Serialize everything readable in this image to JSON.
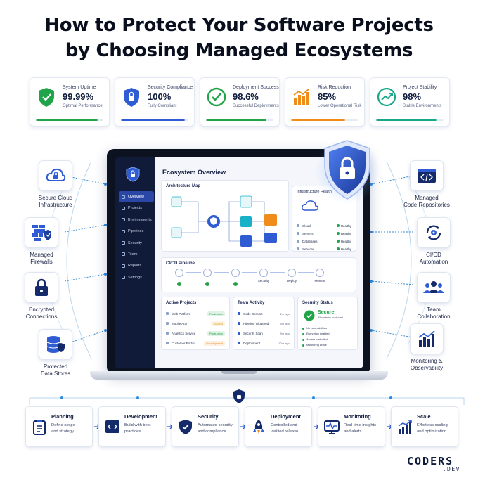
{
  "title": {
    "line1": "How to Protect Your Software Projects",
    "line2": "by Choosing Managed Ecosystems"
  },
  "metrics": [
    {
      "label": "System Uptime",
      "value": "99.99%",
      "sub": "Optimal Performance",
      "icon": "shield-check-icon",
      "color": "#21a34a",
      "level": 0.92
    },
    {
      "label": "Security Compliance",
      "value": "100%",
      "sub": "Fully Compliant",
      "icon": "lock-shield-icon",
      "color": "#2f5bd3",
      "level": 0.95
    },
    {
      "label": "Deployment Success",
      "value": "98.6%",
      "sub": "Successful Deployments",
      "icon": "checkmark-circle-icon",
      "color": "#21a34a",
      "level": 0.9
    },
    {
      "label": "Risk Reduction",
      "value": "85%",
      "sub": "Lower Operational Risk",
      "icon": "bar-chart-icon",
      "color": "#f08c1a",
      "level": 0.8
    },
    {
      "label": "Project Stability",
      "value": "98%",
      "sub": "Stable Environments",
      "icon": "trend-up-icon",
      "color": "#18a889",
      "level": 0.9
    }
  ],
  "left_features": [
    {
      "label": "Secure Cloud\nInfrastructure",
      "icon": "cloud-lock-icon"
    },
    {
      "label": "Managed\nFirewalls",
      "icon": "firewall-icon"
    },
    {
      "label": "Encrypted\nConnections",
      "icon": "padlock-icon"
    },
    {
      "label": "Protected\nData Stores",
      "icon": "database-shield-icon"
    }
  ],
  "right_features": [
    {
      "label": "Managed\nCode Repositories",
      "icon": "code-window-icon"
    },
    {
      "label": "CI/CD\nAutomation",
      "icon": "gear-cycle-icon"
    },
    {
      "label": "Team\nCollaboration",
      "icon": "team-icon"
    },
    {
      "label": "Monitoring &\nObservability",
      "icon": "chart-monitor-icon"
    }
  ],
  "dashboard": {
    "title": "Ecosystem Overview",
    "nav": [
      "Overview",
      "Projects",
      "Environments",
      "Pipelines",
      "Security",
      "Team",
      "Reports",
      "Settings"
    ],
    "architecture_title": "Architecture Map",
    "infra": {
      "title": "Infrastructure Health",
      "rows": [
        {
          "name": "Cloud",
          "status": "Healthy"
        },
        {
          "name": "Servers",
          "status": "Healthy"
        },
        {
          "name": "Databases",
          "status": "Healthy"
        },
        {
          "name": "Services",
          "status": "Healthy"
        }
      ]
    },
    "pipeline": {
      "title": "CI/CD Pipeline",
      "steps": [
        "",
        "",
        "",
        "Security",
        "Deploy",
        "Monitor"
      ]
    },
    "projects": {
      "title": "Active Projects",
      "rows": [
        {
          "name": "Web Platform",
          "badge": "Production",
          "color": "#21a34a"
        },
        {
          "name": "Mobile App",
          "badge": "Staging",
          "color": "#e9a21c"
        },
        {
          "name": "Analytics Service",
          "badge": "Production",
          "color": "#21a34a"
        },
        {
          "name": "Customer Portal",
          "badge": "Development",
          "color": "#f08c1a"
        }
      ]
    },
    "activity": {
      "title": "Team Activity",
      "rows": [
        {
          "name": "Code Commit",
          "time": "2m ago"
        },
        {
          "name": "Pipeline Triggered",
          "time": "5m ago"
        },
        {
          "name": "Security Scan",
          "time": "9m ago"
        },
        {
          "name": "Deployment",
          "time": "12m ago"
        }
      ]
    },
    "security": {
      "title": "Security Status",
      "state": "Secure",
      "state_sub": "All systems protected",
      "items": [
        "No vulnerabilities",
        "Encryption enabled",
        "Access controlled",
        "Monitoring active"
      ]
    }
  },
  "workflow": [
    {
      "title": "Planning",
      "desc": "Define scope\nand strategy",
      "icon": "clipboard-icon"
    },
    {
      "title": "Development",
      "desc": "Build with best\npractices",
      "icon": "code-icon"
    },
    {
      "title": "Security",
      "desc": "Automated security\nand compliance",
      "icon": "shield-check-icon"
    },
    {
      "title": "Deployment",
      "desc": "Controlled and\nverified release",
      "icon": "rocket-icon"
    },
    {
      "title": "Monitoring",
      "desc": "Real-time insights\nand alerts",
      "icon": "pulse-monitor-icon"
    },
    {
      "title": "Scale",
      "desc": "Effortless scaling\nand optimization",
      "icon": "growth-chart-icon"
    }
  ],
  "brand": {
    "name": "CODERS",
    "suffix": ".DEV"
  },
  "colors": {
    "primary": "#2f5bd3",
    "navy": "#101b3a",
    "success": "#21a34a",
    "accent": "#18b3c6"
  }
}
